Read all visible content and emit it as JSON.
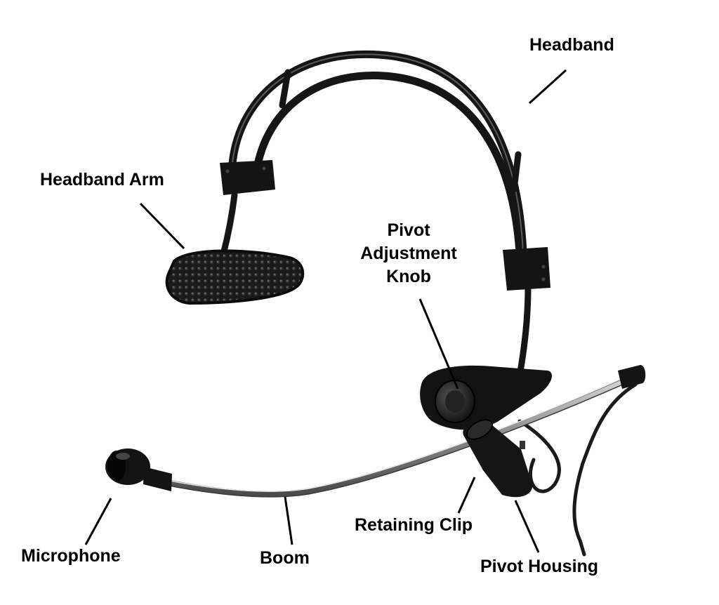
{
  "diagram": {
    "labels": {
      "headband": "Headband",
      "headband_arm": "Headband Arm",
      "pivot_adjustment_knob": [
        "Pivot",
        "Adjustment",
        "Knob"
      ],
      "retaining_clip": "Retaining Clip",
      "microphone": "Microphone",
      "boom": "Boom",
      "pivot_housing": "Pivot Housing"
    }
  },
  "colors": {
    "background": "#ffffff",
    "ink": "#000000",
    "headset_body": "#161616",
    "boom_metal": "#9a9a9a"
  }
}
